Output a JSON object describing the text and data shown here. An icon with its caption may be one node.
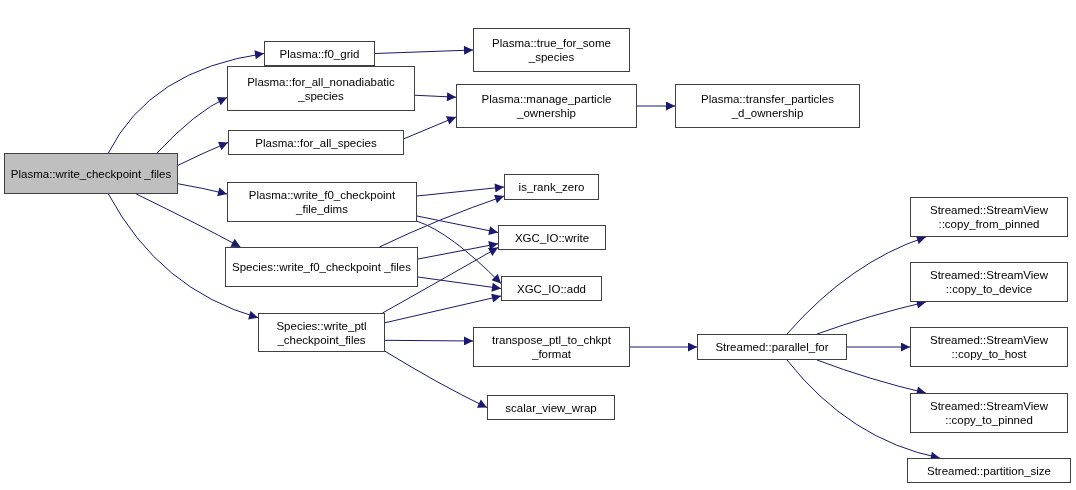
{
  "diagram": {
    "nodes": [
      {
        "text": [
          "Plasma::write_checkpoint _files"
        ]
      },
      {
        "text": [
          "Plasma::f0_grid"
        ]
      },
      {
        "text": [
          "Plasma::true_for_some _species"
        ]
      },
      {
        "text": [
          "Plasma::for_all_nonadiabatic _species"
        ]
      },
      {
        "text": [
          "Plasma::for_all_species"
        ]
      },
      {
        "text": [
          "Plasma::manage_particle _ownership"
        ]
      },
      {
        "text": [
          "Plasma::transfer_particles _d_ownership"
        ]
      },
      {
        "text": [
          "Plasma::write_f0_checkpoint _file_dims"
        ]
      },
      {
        "text": [
          "is_rank_zero"
        ]
      },
      {
        "text": [
          "Species::write_f0_checkpoint _files"
        ]
      },
      {
        "text": [
          "XGC_IO::write"
        ]
      },
      {
        "text": [
          "XGC_IO::add"
        ]
      },
      {
        "text": [
          "Species::write_ptl _checkpoint_files"
        ]
      },
      {
        "text": [
          "transpose_ptl_to_chkpt _format"
        ]
      },
      {
        "text": [
          "scalar_view_wrap"
        ]
      },
      {
        "text": [
          "Streamed::parallel_for"
        ]
      },
      {
        "text": [
          "Streamed::StreamView ::copy_from_pinned"
        ]
      },
      {
        "text": [
          "Streamed::StreamView ::copy_to_device"
        ]
      },
      {
        "text": [
          "Streamed::StreamView ::copy_to_host"
        ]
      },
      {
        "text": [
          "Streamed::StreamView ::copy_to_pinned"
        ]
      },
      {
        "text": [
          "Streamed::partition_size"
        ]
      }
    ],
    "edges": [
      {
        "from": 0,
        "to": 1,
        "arrow": "to"
      },
      {
        "from": 0,
        "to": 3,
        "arrow": "to"
      },
      {
        "from": 0,
        "to": 4,
        "arrow": "to"
      },
      {
        "from": 0,
        "to": 7,
        "arrow": "to"
      },
      {
        "from": 0,
        "to": 9,
        "arrow": "to"
      },
      {
        "from": 0,
        "to": 12,
        "arrow": "to"
      },
      {
        "from": 1,
        "to": 2,
        "arrow": "to"
      },
      {
        "from": 3,
        "to": 5,
        "arrow": "to"
      },
      {
        "from": 4,
        "to": 5,
        "arrow": "to"
      },
      {
        "from": 5,
        "to": 6,
        "arrow": "to"
      },
      {
        "from": 7,
        "to": 8,
        "arrow": "to"
      },
      {
        "from": 7,
        "to": 10,
        "arrow": "to"
      },
      {
        "from": 7,
        "to": 11,
        "arrow": "to"
      },
      {
        "from": 9,
        "to": 8,
        "arrow": "to"
      },
      {
        "from": 9,
        "to": 10,
        "arrow": "to"
      },
      {
        "from": 9,
        "to": 11,
        "arrow": "to"
      },
      {
        "from": 12,
        "to": 10,
        "arrow": "to"
      },
      {
        "from": 12,
        "to": 11,
        "arrow": "to"
      },
      {
        "from": 12,
        "to": 13,
        "arrow": "to"
      },
      {
        "from": 12,
        "to": 14,
        "arrow": "to"
      },
      {
        "from": 13,
        "to": 15,
        "arrow": "to"
      },
      {
        "from": 15,
        "to": 16,
        "arrow": "to"
      },
      {
        "from": 15,
        "to": 17,
        "arrow": "to"
      },
      {
        "from": 15,
        "to": 18,
        "arrow": "to"
      },
      {
        "from": 15,
        "to": 19,
        "arrow": "to"
      },
      {
        "from": 15,
        "to": 20,
        "arrow": "to"
      }
    ]
  }
}
